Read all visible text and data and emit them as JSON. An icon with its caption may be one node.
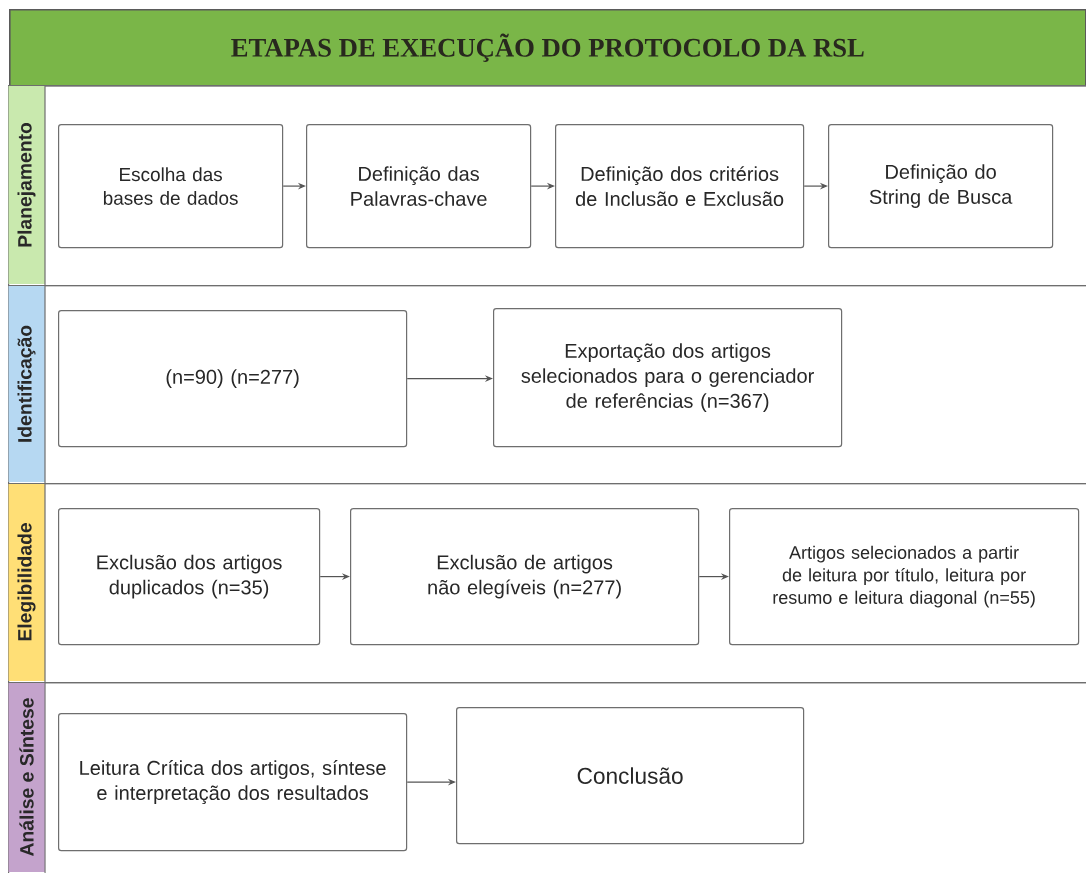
{
  "diagram": {
    "nodes": [
      {
        "text": [
          "ETAPAS DE EXECUÇÃO DO PROTOCOLO DA RSL"
        ]
      },
      {
        "text": [
          "Planejamento"
        ]
      },
      {
        "text": [
          "Escolha das bases de dados"
        ],
        "in": 1
      },
      {
        "text": [
          "Definição das Palavras-chave"
        ],
        "in": 1
      },
      {
        "text": [
          "Definição dos critérios de Inclusão e Exclusão"
        ],
        "in": 1
      },
      {
        "text": [
          "Definição do String de Busca"
        ],
        "in": 1
      },
      {
        "text": [
          "Identificação"
        ]
      },
      {
        "text": [
          "(n=90) (n=277)"
        ],
        "in": 6
      },
      {
        "text": [
          "Exportação dos artigos selecionados para o gerenciador de referências (n=367)"
        ],
        "in": 6
      },
      {
        "text": [
          "Elegibilidade"
        ]
      },
      {
        "text": [
          "Exclusão dos artigos duplicados (n=35)"
        ],
        "in": 9
      },
      {
        "text": [
          "Exclusão de artigos não elegíveis (n=277)"
        ],
        "in": 9
      },
      {
        "text": [
          "Artigos selecionados a partir de leitura por título, leitura por resumo e leitura diagonal (n=55)"
        ],
        "in": 9
      },
      {
        "text": [
          "Análise e Síntese"
        ]
      },
      {
        "text": [
          "Leitura Crítica dos artigos, síntese e interpretação dos resultados"
        ],
        "in": 13
      },
      {
        "text": [
          "Conclusão"
        ],
        "in": 13
      }
    ],
    "edges": [
      {
        "from": 2,
        "to": 3,
        "arrow": "to"
      },
      {
        "from": 3,
        "to": 4,
        "arrow": "to"
      },
      {
        "from": 4,
        "to": 5,
        "arrow": "to"
      },
      {
        "from": 7,
        "to": 8,
        "arrow": "to"
      },
      {
        "from": 10,
        "to": 11,
        "arrow": "to"
      },
      {
        "from": 11,
        "to": 12,
        "arrow": "to"
      },
      {
        "from": 14,
        "to": 15,
        "arrow": "to"
      }
    ]
  }
}
